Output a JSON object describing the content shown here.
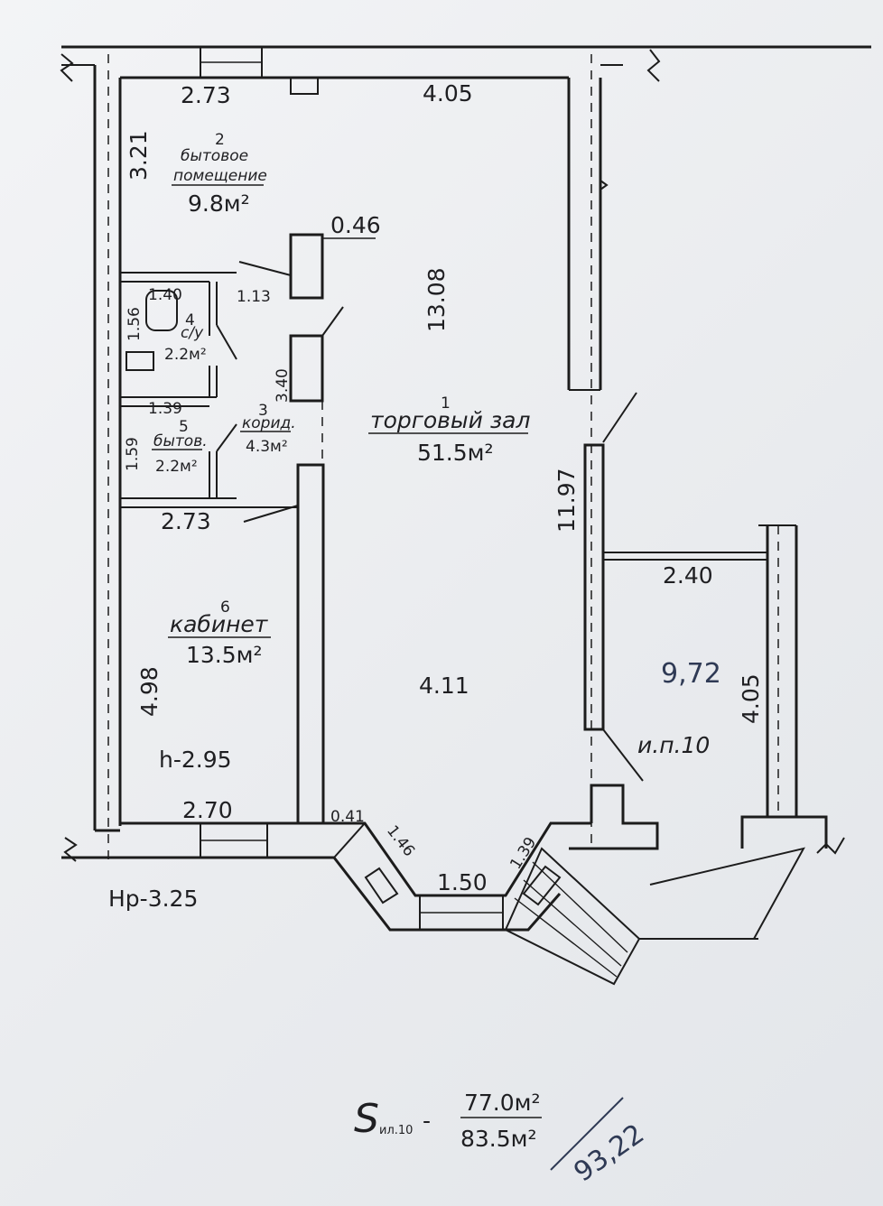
{
  "rooms": [
    {
      "num": "1",
      "name": "торговый зал",
      "area": "51.5м²"
    },
    {
      "num": "2",
      "name_line1": "бытовое",
      "name_line2": "помещение",
      "area": "9.8м²"
    },
    {
      "num": "3",
      "name": "корид.",
      "area": "4.3м²"
    },
    {
      "num": "4",
      "name": "с/у",
      "area": "2.2м²"
    },
    {
      "num": "5",
      "name": "бытов.",
      "area": "2.2м²"
    },
    {
      "num": "6",
      "name": "кабинет",
      "area": "13.5м²"
    }
  ],
  "dimensions": {
    "d_top_left": "2.73",
    "d_top_right": "4.05",
    "d_room2_height": "3.21",
    "d_column": "0.46",
    "d_hall_length": "13.08",
    "d_wc_width": "1.40",
    "d_wc_depth": "1.13",
    "d_wc_height": "1.56",
    "d_corridor": "3.40",
    "d_storage_width": "1.39",
    "d_storage_height": "1.59",
    "d_mid_left": "2.73",
    "d_right_wall": "11.97",
    "d_annex_width": "2.40",
    "d_hall_width": "4.11",
    "d_cabinet_height": "4.98",
    "d_annex_height": "4.05",
    "d_bottom_left": "2.70",
    "d_bottom_corner": "0.41",
    "d_bay_left": "1.46",
    "d_bay_front": "1.50",
    "d_bay_right": "1.39"
  },
  "notes": {
    "annex_label": "и.п.10",
    "ceiling_height": "h-2.95",
    "floor_level": "Нр-3.25",
    "total_s": "S",
    "total_sub": "ил.10",
    "total_dash": "-",
    "total_area_1": "77.0м²",
    "total_area_2": "83.5м²"
  },
  "handwritten": {
    "annex_area": "9,72",
    "total": "93,22"
  }
}
